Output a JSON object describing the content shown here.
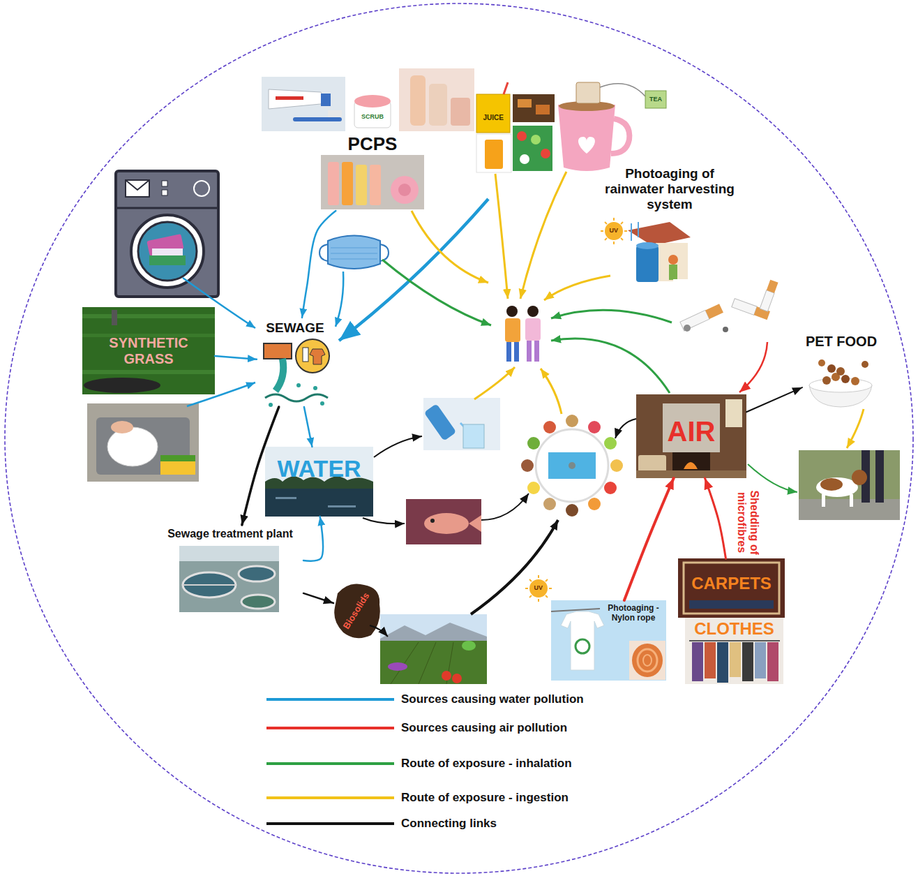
{
  "diagram": {
    "nodes": [
      {
        "text": [
          "PCPS"
        ]
      },
      {
        "text": [
          "Photoaging of rainwater harvesting system"
        ]
      },
      {
        "text": [
          "SEWAGE"
        ]
      },
      {
        "text": [
          "SYNTHETIC GRASS"
        ]
      },
      {
        "text": [
          "PET FOOD"
        ]
      },
      {
        "text": [
          "AIR"
        ]
      },
      {
        "text": [
          "WATER"
        ]
      },
      {
        "text": [
          "Sewage treatment plant"
        ]
      },
      {
        "text": [
          "Biosolids"
        ]
      },
      {
        "text": [
          "Photoaging - Nylon rope"
        ]
      },
      {
        "text": [
          "CARPETS"
        ]
      },
      {
        "text": [
          "CLOTHES"
        ]
      }
    ],
    "edges": [
      {
        "from": 3,
        "to": 2,
        "arrow": "to"
      },
      {
        "from": 0,
        "to": 2,
        "arrow": "to"
      },
      {
        "from": 2,
        "to": 7,
        "arrow": "to"
      },
      {
        "from": 2,
        "to": 6,
        "arrow": "to"
      },
      {
        "from": 7,
        "to": 6,
        "arrow": "to"
      },
      {
        "from": 7,
        "to": 8,
        "arrow": "to"
      },
      {
        "from": 5,
        "to": 4,
        "arrow": "to"
      },
      {
        "from": 9,
        "to": 5,
        "arrow": "to"
      },
      {
        "from": 10,
        "to": 5,
        "arrow": "to",
        "label": "Shedding of microfibres"
      }
    ],
    "labels": [
      "SCRUB",
      "JUICE",
      "TEA",
      "UV",
      "UV"
    ],
    "legend": [
      {
        "text": "Sources causing water pollution",
        "color": "#1e9ad6"
      },
      {
        "text": "Sources causing air pollution",
        "color": "#e8302a"
      },
      {
        "text": "Route of exposure - inhalation",
        "color": "#2ea043"
      },
      {
        "text": "Route of exposure - ingestion",
        "color": "#f2c218"
      },
      {
        "text": "Connecting links",
        "color": "#111111"
      }
    ]
  }
}
